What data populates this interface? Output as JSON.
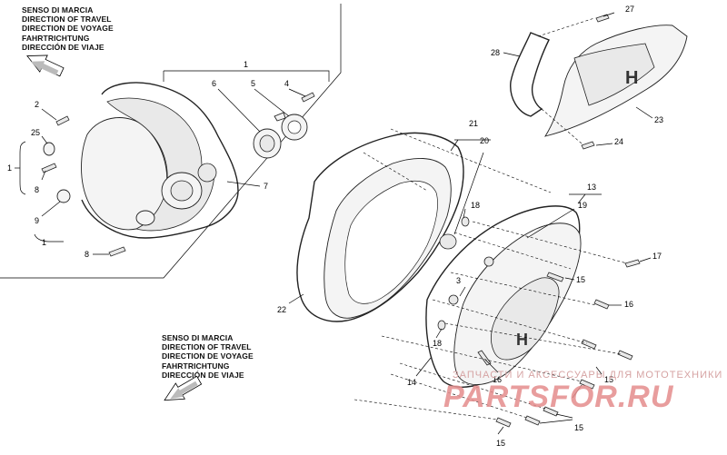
{
  "direction_labels": {
    "lines": [
      "SENSO DI MARCIA",
      "DIRECTION OF TRAVEL",
      "DIRECTION DE VOYAGE",
      "FAHRTRICHTUNG",
      "DIRECCIÓN DE VIAJE"
    ]
  },
  "watermark": {
    "line1": "ЗАПЧАСТИ И АКСЕССУАРЫ ДЛЯ МОТОТЕХНИКИ",
    "line2": "PARTSFOR.RU"
  },
  "callouts": [
    "1",
    "1",
    "1",
    "2",
    "25",
    "8",
    "9",
    "8",
    "6",
    "5",
    "4",
    "7",
    "27",
    "28",
    "23",
    "24",
    "21",
    "20",
    "18",
    "22",
    "13",
    "19",
    "17",
    "15",
    "16",
    "3",
    "18",
    "14",
    "16",
    "15",
    "15",
    "15"
  ],
  "colors": {
    "ink": "#000000",
    "watermark": "#e58d8d",
    "background": "#ffffff"
  },
  "icons": [
    "direction-arrow-icon"
  ]
}
